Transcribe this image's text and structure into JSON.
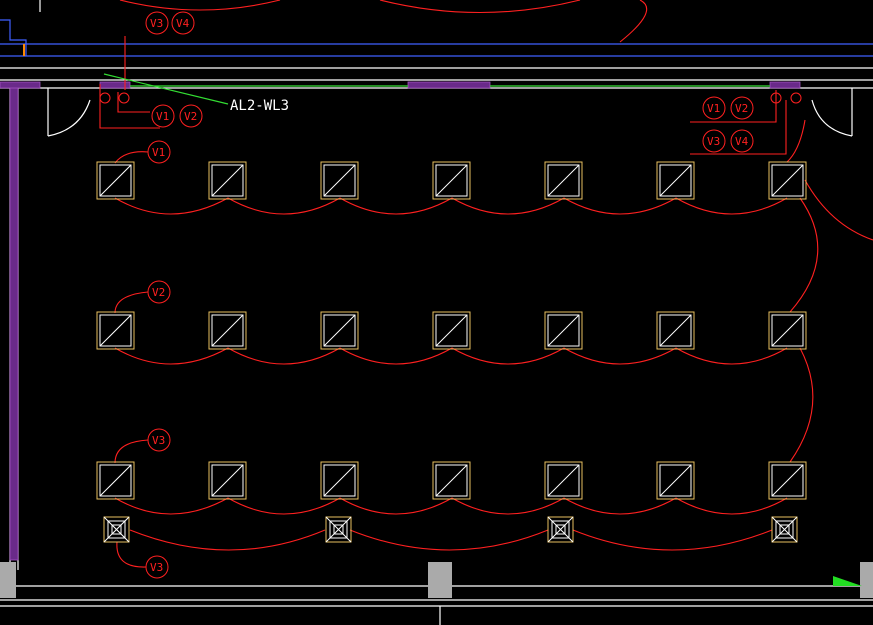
{
  "drawing": {
    "circuit_label": "AL2-WL3"
  },
  "tags": {
    "v1": "V1",
    "v2": "V2",
    "v3": "V3",
    "v4": "V4"
  },
  "layout_grid": {
    "rows": 3,
    "lamps_per_row": 7,
    "downlights": 4
  },
  "colors": {
    "background": "#000000",
    "wire": "#ff2020",
    "wall": "#3f5fff",
    "lamp": "#e8c060",
    "leader": "#33dd33",
    "hatch": "#6a2a8a"
  }
}
